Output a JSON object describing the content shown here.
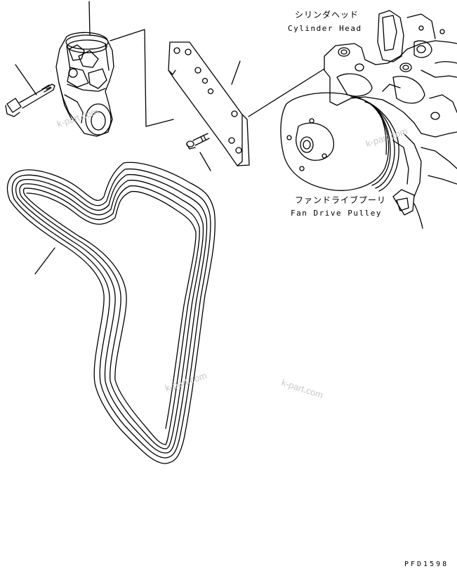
{
  "labels": {
    "cylinder_head_jp": "シリンダヘッド",
    "cylinder_head_en": "Cylinder Head",
    "fan_drive_pulley_jp": "ファンドライブプーリ",
    "fan_drive_pulley_en": "Fan Drive Pulley"
  },
  "watermarks": [
    "k-part.com",
    "k-part.com",
    "k-part.com",
    "k-part.com"
  ],
  "drawing_code": "PFD1598",
  "parts": [
    "belt-tensioner",
    "bolt",
    "bracket-plate",
    "bracket-bolt",
    "v-ribbed-belt",
    "fan-drive-pulley",
    "cylinder-head"
  ]
}
